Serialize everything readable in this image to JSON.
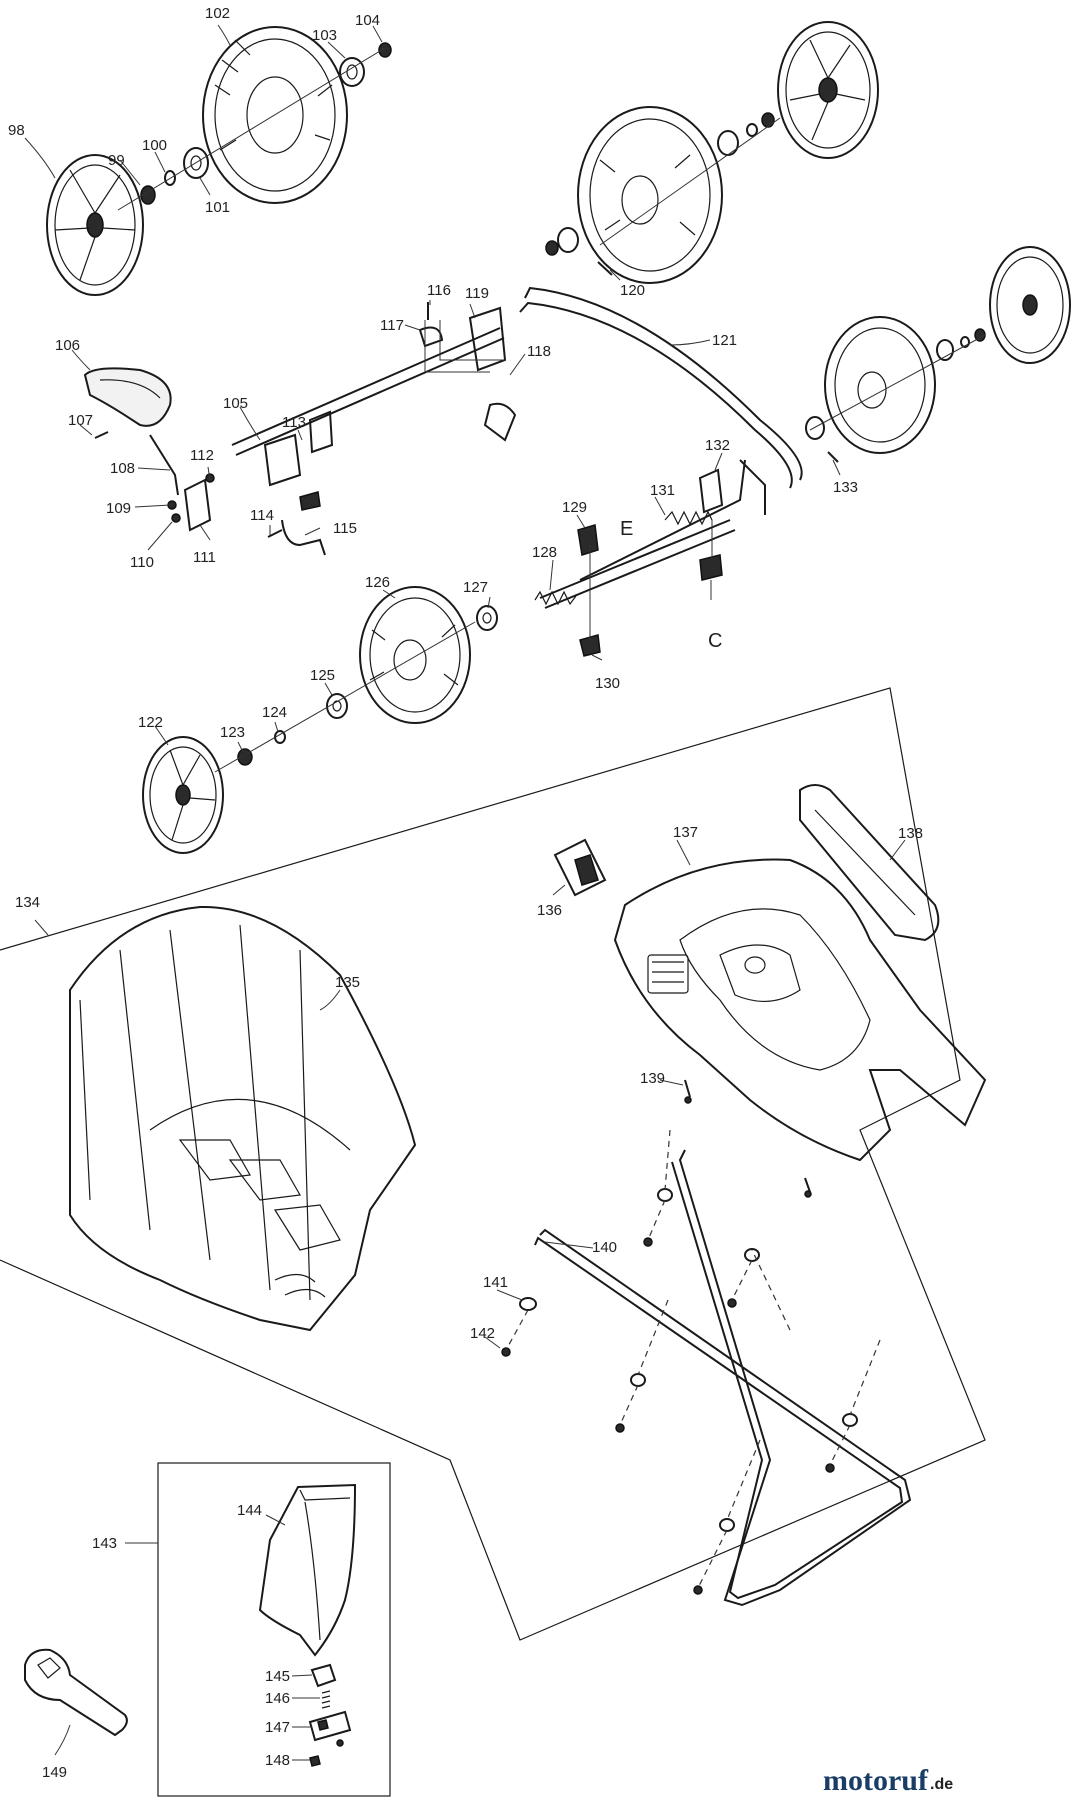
{
  "callouts": {
    "c98": "98",
    "c99": "99",
    "c100": "100",
    "c101": "101",
    "c102": "102",
    "c103": "103",
    "c104": "104",
    "c105": "105",
    "c106": "106",
    "c107": "107",
    "c108": "108",
    "c109": "109",
    "c110": "110",
    "c111": "111",
    "c112": "112",
    "c113": "113",
    "c114": "114",
    "c115": "115",
    "c116": "116",
    "c117": "117",
    "c118": "118",
    "c119": "119",
    "c120": "120",
    "c121": "121",
    "c122": "122",
    "c123": "123",
    "c124": "124",
    "c125": "125",
    "c126": "126",
    "c127": "127",
    "c128": "128",
    "c129": "129",
    "c130": "130",
    "c131": "131",
    "c132": "132",
    "c133": "133",
    "c134": "134",
    "c135": "135",
    "c136": "136",
    "c137": "137",
    "c138": "138",
    "c139": "139",
    "c140": "140",
    "c141": "141",
    "c142": "142",
    "c143": "143",
    "c144": "144",
    "c145": "145",
    "c146": "146",
    "c147": "147",
    "c148": "148",
    "c149": "149"
  },
  "letters": {
    "E": "E",
    "C": "C"
  },
  "watermark": {
    "brand_main": "motoruf",
    "brand_tld": ".de"
  },
  "colors": {
    "line": "#1a1a1a",
    "watermark_dark": "#1a3d66",
    "watermark_light": "#3b6bb5"
  }
}
